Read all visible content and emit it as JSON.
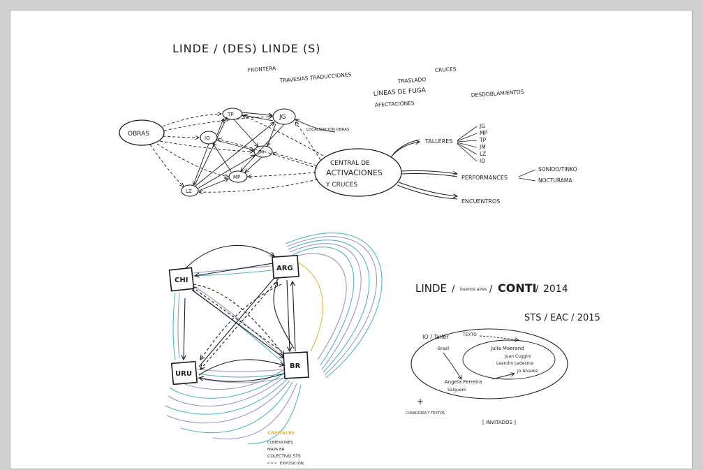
{
  "top_diagram": {
    "title": "LINDE / (DES) LINDE (S)",
    "keywords": [
      "FRONTERA",
      "TRAVESÍAS TRADUCCIONES",
      "TRASLADO",
      "CRUCES",
      "LÍNEAS DE FUGA",
      "AFECTACIONES",
      "DESDOBLAMIENTOS"
    ],
    "obras": "OBRAS",
    "nodes": [
      "TP",
      "JG",
      "IO",
      "JM",
      "MP",
      "LZ"
    ],
    "central": [
      "CENTRAL DE",
      "ACTIVACIONES",
      "Y CRUCES"
    ],
    "arrow_note": "LOCALIZACIÓN OBRAS",
    "talleres": "TALLERES",
    "talleres_list": [
      "JG",
      "MP",
      "TP",
      "JM",
      "LZ",
      "IO"
    ],
    "performances": "PERFORMANCES",
    "performances_list": [
      "SONIDO/TINKO",
      "NOCTURAMA"
    ],
    "encuentros": "ENCUENTROS"
  },
  "network_diagram": {
    "nodes": [
      "CHI",
      "ARG",
      "URU",
      "BR"
    ]
  },
  "legend": {
    "title": "CAPITALES",
    "items": [
      "CONEXIONES",
      "MAPA BR",
      "COLECTIVO STS",
      "EXPOSICIÓN"
    ]
  },
  "right_block": {
    "title_linde": "LINDE",
    "title_city": "buenos aires",
    "title_conti": "CONTI",
    "title_year": "2014",
    "subtitle": "STS / EAC / 2015",
    "cluster_left": "IO / Taller",
    "cluster_left_sub": "TEXTO",
    "cluster_left_sub2": "Brasil",
    "cluster_names": [
      "Julia Maerand",
      "Juan Cuggini",
      "Leandro Ledesma",
      "Jo Alvarez",
      "Angela Ferreira",
      "Salguero"
    ],
    "footnote_mark": "+",
    "footnote": "CURADORÍA Y TEXTOS",
    "invited": "[ INVITADOS ]"
  },
  "colors": {
    "ink": "#1c1c1c",
    "teal": "#4fb6c4",
    "lavender": "#9a96c8",
    "ochre": "#e6b63a",
    "paper": "#ffffff",
    "frame": "#d0d0d0"
  }
}
